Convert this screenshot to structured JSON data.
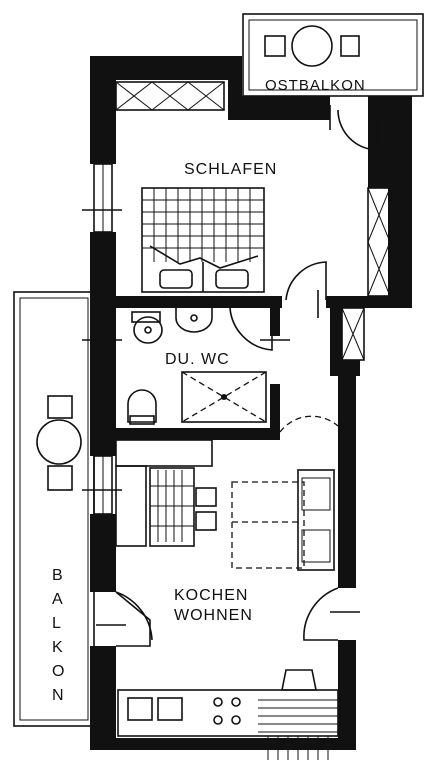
{
  "rooms": {
    "ostbalkon": "OSTBALKON",
    "schlafen": "SCHLAFEN",
    "bad": "DU. WC",
    "kochen": "KOCHEN",
    "wohnen": "WOHNEN",
    "balkon_letters": [
      "B",
      "A",
      "L",
      "K",
      "O",
      "N"
    ]
  },
  "colors": {
    "ink": "#111111",
    "paper": "#ffffff"
  }
}
